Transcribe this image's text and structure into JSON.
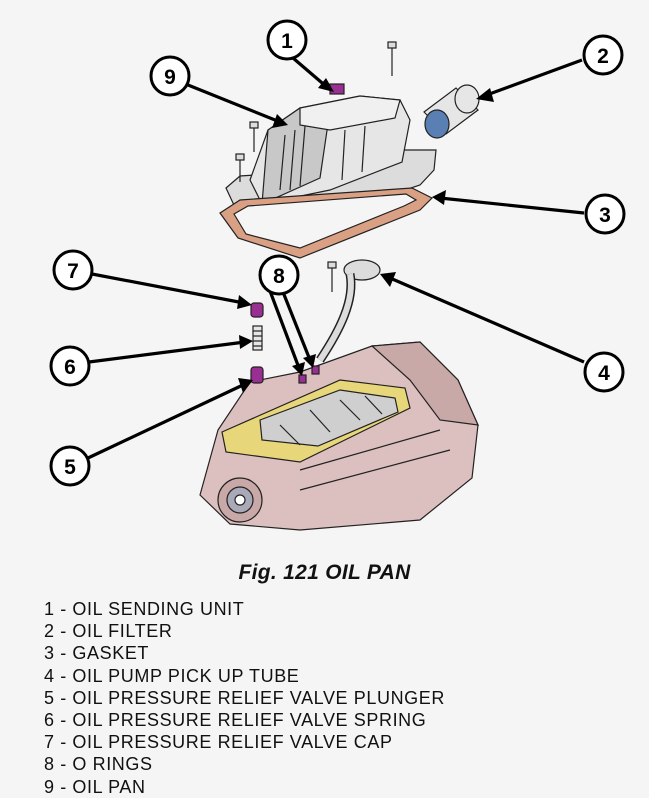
{
  "figure": {
    "caption": "Fig. 121 OIL PAN",
    "callouts": [
      "1",
      "2",
      "3",
      "4",
      "5",
      "6",
      "7",
      "8",
      "9"
    ]
  },
  "legend": [
    "1 - OIL SENDING UNIT",
    "2 - OIL FILTER",
    "3 - GASKET",
    "4 - OIL PUMP PICK UP TUBE",
    "5 - OIL PRESSURE RELIEF VALVE PLUNGER",
    "6 - OIL PRESSURE RELIEF VALVE SPRING",
    "7 - OIL PRESSURE RELIEF VALVE CAP",
    "8 - O RINGS",
    "9 - OIL PAN"
  ],
  "colors": {
    "background": "#f5f5f5",
    "pan": "#dcdcdc",
    "gasket": "#d9a084",
    "engine": "#dcc0bf",
    "gasket_face": "#e8d77a",
    "accent_parts": "#9a2f93"
  }
}
